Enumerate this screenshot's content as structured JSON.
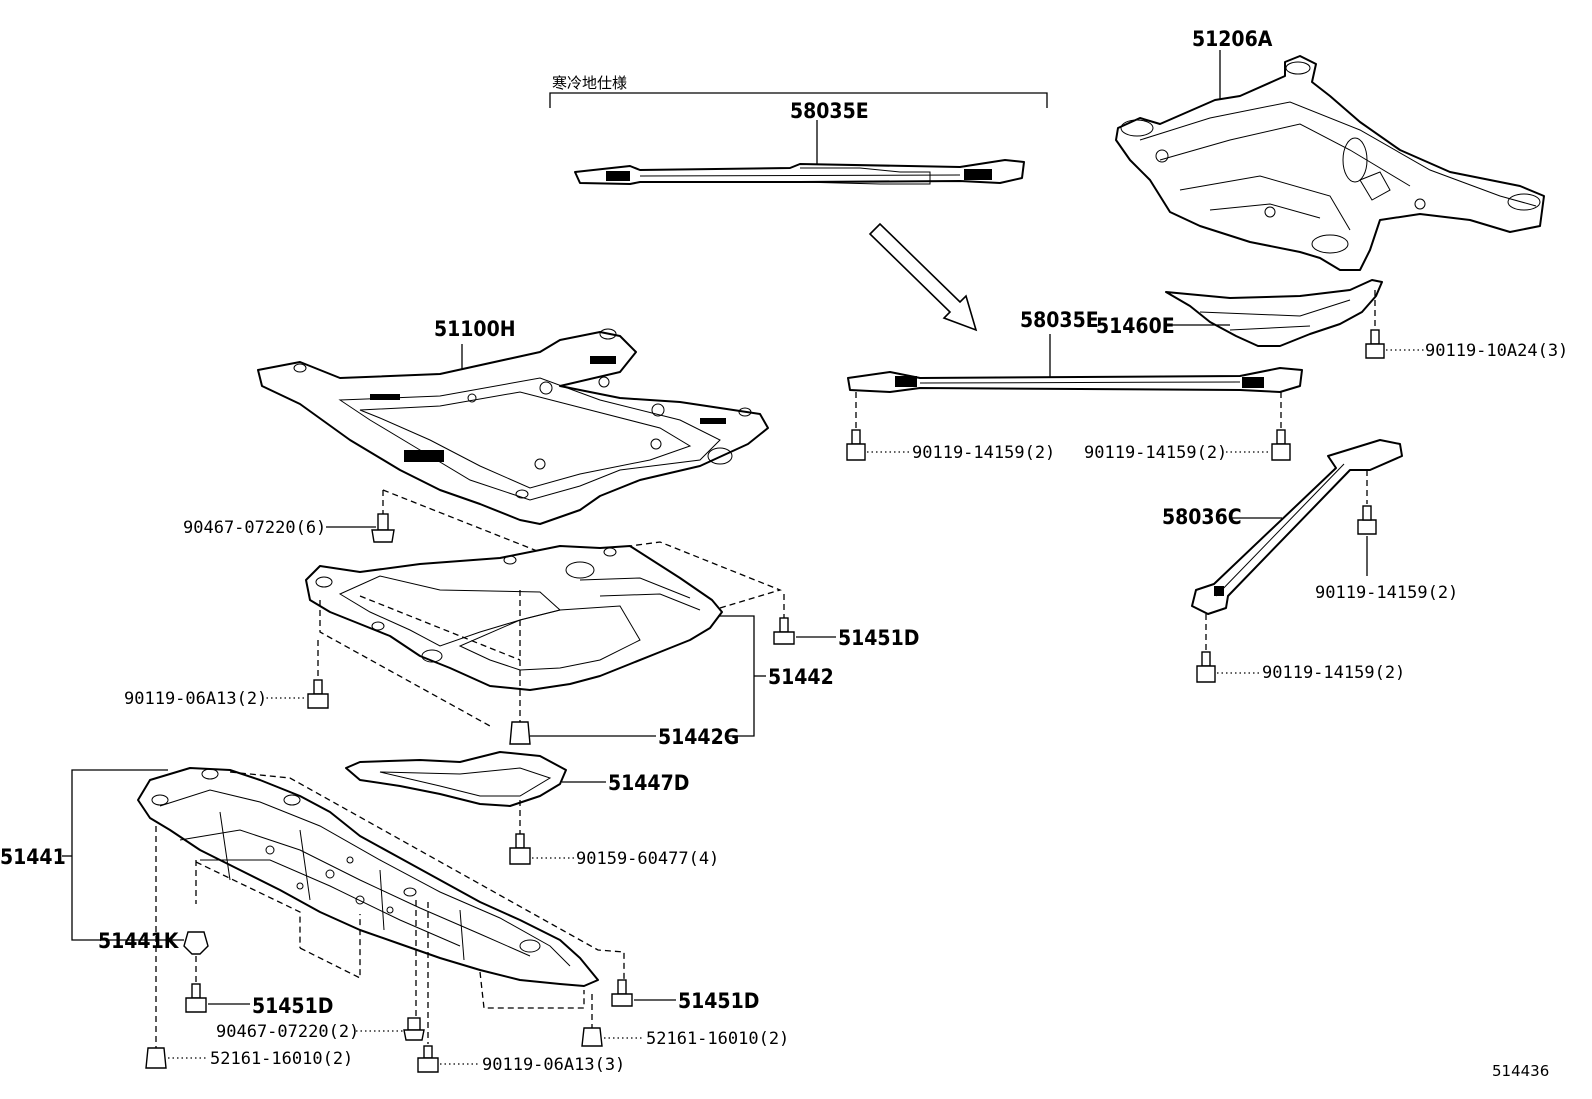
{
  "diagram": {
    "note_cold_spec": "寒冷地仕様",
    "figure_id": "514436",
    "labels": {
      "crossmember_rear": "51206A",
      "brace_cold": "58035E",
      "brace_main": "58035E",
      "rear_cover": "51460E",
      "bolt_rear_cover": "90119-10A24(3)",
      "bolt_brace_left": "90119-14159(2)",
      "bolt_brace_right": "90119-14159(2)",
      "crossmember_front": "51100H",
      "brace_side": "58036C",
      "bolt_brace_side_upper": "90119-14159(2)",
      "bolt_brace_side_lower": "90119-14159(2)",
      "clip_front_member": "90467-07220(6)",
      "screw_cover_right": "51451D",
      "cover_engine_under": "51442",
      "bolt_cover_left": "90119-06A13(2)",
      "clip_cover": "51442G",
      "cover_sub": "51447D",
      "screw_cover_sub": "90159-60477(4)",
      "cover_front_under": "51441",
      "clip_front_under": "51441K",
      "screw_front_left": "51451D",
      "screw_front_right": "51451D",
      "clip_front_under_2": "90467-07220(2)",
      "nut_front_right": "52161-16010(2)",
      "nut_front_left": "52161-16010(2)",
      "bolt_front_bottom": "90119-06A13(3)"
    }
  }
}
